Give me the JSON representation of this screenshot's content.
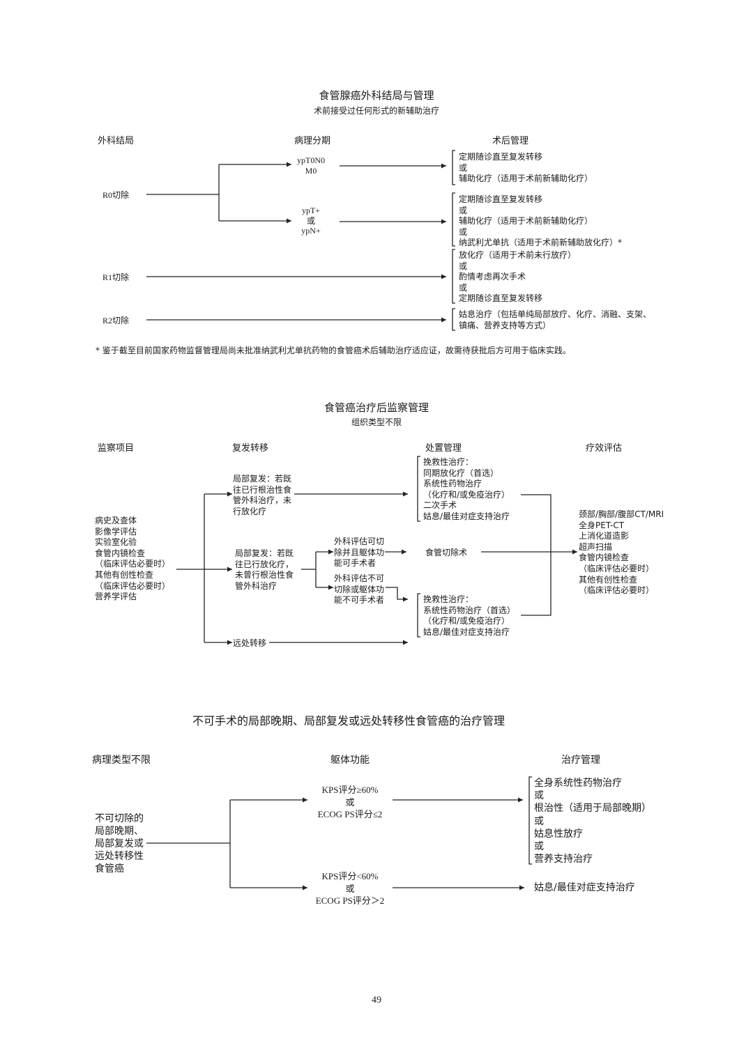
{
  "section1": {
    "title": "食管腺癌外科结局与管理",
    "subtitle": "术前接受过任何形式的新辅助治疗",
    "headers": {
      "col1": "外科结局",
      "col2": "病理分期",
      "col3": "术后管理"
    },
    "r0": "R0切除",
    "r1": "R1切除",
    "r2": "R2切除",
    "stage1": "ypT0N0\nM0",
    "stage2": "ypT+\n或\nypN+",
    "mgmt1": "定期随诊直至复发转移\n或\n辅助化疗（适用于术前新辅助化疗）",
    "mgmt2": "定期随诊直至复发转移\n或\n辅助化疗（适用于术前新辅助化疗）\n或\n纳武利尤单抗（适用于术前新辅助放化疗）*",
    "mgmt3": "放化疗（适用于术前未行放疗）\n或\n酌情考虑再次手术\n或\n定期随诊直至复发转移",
    "mgmt4": "姑息治疗（包括单纯局部放疗、化疗、消融、支架、\n镇痛、营养支持等方式）",
    "footnote": "* 鉴于截至目前国家药物监督管理局尚未批准纳武利尤单抗药物的食管癌术后辅助治疗适应证，故需待获批后方可用于临床实践。"
  },
  "section2": {
    "title": "食管癌治疗后监察管理",
    "subtitle": "组织类型不限",
    "headers": {
      "col1": "监察项目",
      "col2": "复发转移",
      "col3": "处置管理",
      "col4": "疗效评估"
    },
    "monitor_items": "病史及查体\n影像学评估\n实验室化验\n食管内镜检查\n（临床评估必要时）\n其他有创性检查\n（临床评估必要时）\n营养学评估",
    "recur1": "局部复发：若既\n往已行根治性食\n管外科治疗，未\n行放化疗",
    "recur2": "局部复发：若既\n往已行放化疗，\n未曾行根治性食\n管外科治疗",
    "recur3": "远处转移",
    "surg_eval1": "外科评估可切\n除并且躯体功\n能可手术者",
    "surg_eval2": "外科评估不可\n切除或躯体功\n能不可手术者",
    "mgmt1": "挽救性治疗：\n同期放化疗（首选）\n系统性药物治疗\n（化疗和/或免疫治疗）\n二次手术\n姑息/最佳对症支持治疗",
    "mgmt2": "食管切除术",
    "mgmt3": "挽救性治疗：\n系统性药物治疗（首选）\n（化疗和/或免疫治疗）\n姑息/最佳对症支持治疗",
    "efficacy": "颈部/胸部/腹部CT/MRI\n全身PET-CT\n上消化道造影\n超声扫描\n食管内镜检查\n（临床评估必要时）\n其他有创性检查\n（临床评估必要时）"
  },
  "section3": {
    "title": "不可手术的局部晚期、局部复发或远处转移性食管癌的治疗管理",
    "headers": {
      "col1": "病理类型不限",
      "col2": "躯体功能",
      "col3": "治疗管理"
    },
    "patient": "不可切除的\n局部晚期、\n局部复发或\n远处转移性\n食管癌",
    "func1": "KPS评分≥60%\n或\nECOG PS评分≤2",
    "func2": "KPS评分<60%\n或\nECOG PS评分＞2",
    "treat1": "全身系统性药物治疗\n或\n根治性（适用于局部晚期）\n或\n姑息性放疗\n或\n营养支持治疗",
    "treat2": "姑息/最佳对症支持治疗"
  },
  "page_number": "49"
}
